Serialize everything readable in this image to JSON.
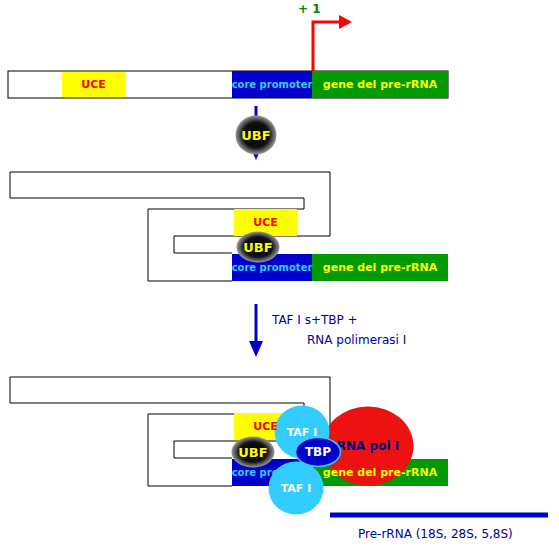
{
  "diagram": {
    "nodes": [
      {
        "text": [
          "UCE"
        ]
      },
      {
        "text": [
          "core promoter"
        ]
      },
      {
        "text": [
          "gene del pre-rRNA"
        ]
      },
      {
        "text": [
          "UBF"
        ]
      },
      {
        "text": [
          "UCE"
        ]
      },
      {
        "text": [
          "UBF"
        ]
      },
      {
        "text": [
          "core promoter"
        ]
      },
      {
        "text": [
          "gene del pre-rRNA"
        ]
      },
      {
        "text": [
          "UCE"
        ]
      },
      {
        "text": [
          "TAF I"
        ]
      },
      {
        "text": [
          "RNA pol I"
        ]
      },
      {
        "text": [
          "UBF"
        ]
      },
      {
        "text": [
          "TBP"
        ]
      },
      {
        "text": [
          "core promoter"
        ]
      },
      {
        "text": [
          "TAF I"
        ]
      },
      {
        "text": [
          "gene del pre-rRNA"
        ]
      }
    ],
    "labels": [
      "+ 1",
      "TAF I s+TBP +",
      "RNA polimerasi I",
      "Pre-rRNA (18S, 28S, 5,8S)"
    ]
  }
}
